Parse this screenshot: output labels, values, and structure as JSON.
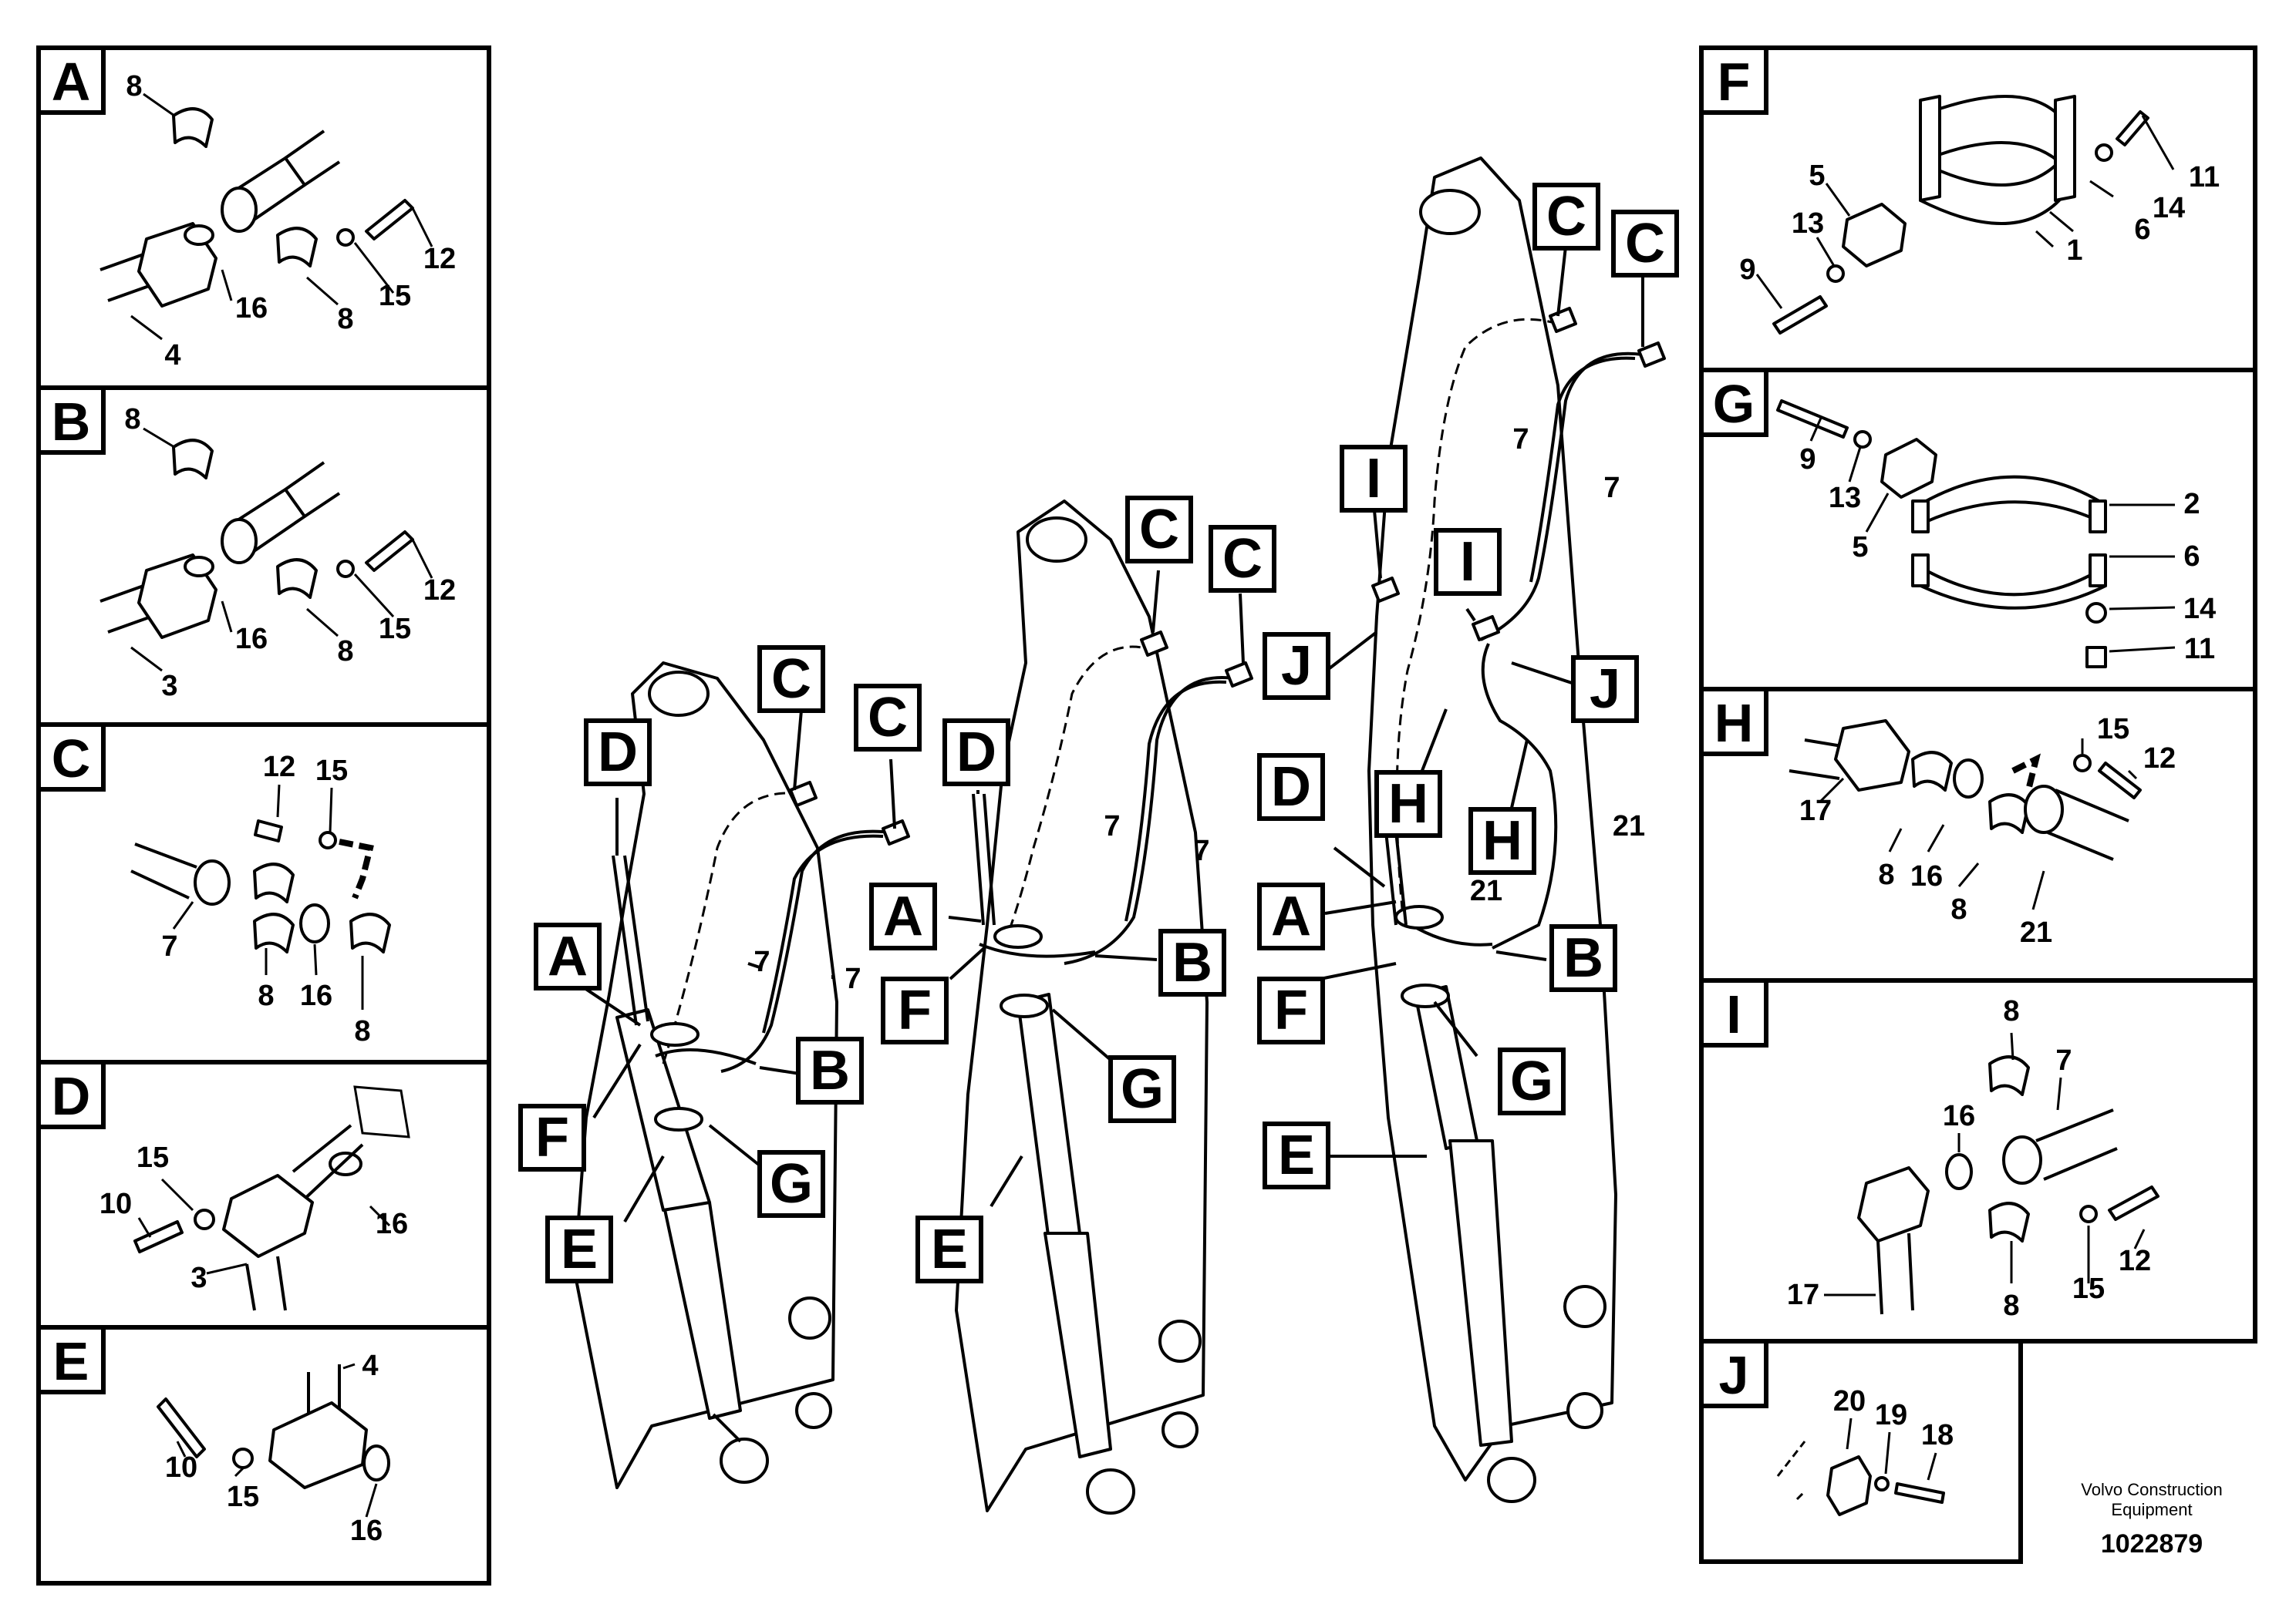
{
  "panels": {
    "A": {
      "letter": "A",
      "labels": [
        "8",
        "16",
        "8",
        "15",
        "12",
        "4"
      ]
    },
    "B": {
      "letter": "B",
      "labels": [
        "8",
        "16",
        "8",
        "15",
        "12",
        "3"
      ]
    },
    "C": {
      "letter": "C",
      "labels": [
        "12",
        "15",
        "7",
        "8",
        "16",
        "8"
      ]
    },
    "D": {
      "letter": "D",
      "labels": [
        "15",
        "10",
        "3",
        "16"
      ]
    },
    "E": {
      "letter": "E",
      "labels": [
        "4",
        "10",
        "15",
        "16"
      ]
    },
    "F": {
      "letter": "F",
      "labels": [
        "5",
        "13",
        "9",
        "1",
        "6",
        "14",
        "11"
      ]
    },
    "G": {
      "letter": "G",
      "labels": [
        "9",
        "13",
        "5",
        "2",
        "6",
        "14",
        "11"
      ]
    },
    "H": {
      "letter": "H",
      "labels": [
        "17",
        "8",
        "16",
        "8",
        "15",
        "12",
        "21"
      ]
    },
    "I": {
      "letter": "I",
      "labels": [
        "8",
        "7",
        "16",
        "17",
        "8",
        "15",
        "12"
      ]
    },
    "J": {
      "letter": "J",
      "labels": [
        "20",
        "19",
        "18"
      ]
    }
  },
  "booms": {
    "boom1": {
      "callouts": [
        "D",
        "C",
        "C",
        "A",
        "F",
        "B",
        "G",
        "E"
      ],
      "hose_labels": [
        "7",
        "7"
      ]
    },
    "boom2": {
      "callouts": [
        "C",
        "C",
        "D",
        "A",
        "B",
        "F",
        "G",
        "E"
      ],
      "hose_labels": [
        "7",
        "7"
      ]
    },
    "boom3": {
      "callouts": [
        "C",
        "C",
        "I",
        "I",
        "J",
        "J",
        "H",
        "H",
        "D",
        "A",
        "F",
        "B",
        "G",
        "E"
      ],
      "hose_labels": [
        "7",
        "7",
        "21",
        "21"
      ]
    }
  },
  "footer": {
    "brand_line1": "Volvo Construction",
    "brand_line2": "Equipment",
    "doc_number": "1022879"
  }
}
